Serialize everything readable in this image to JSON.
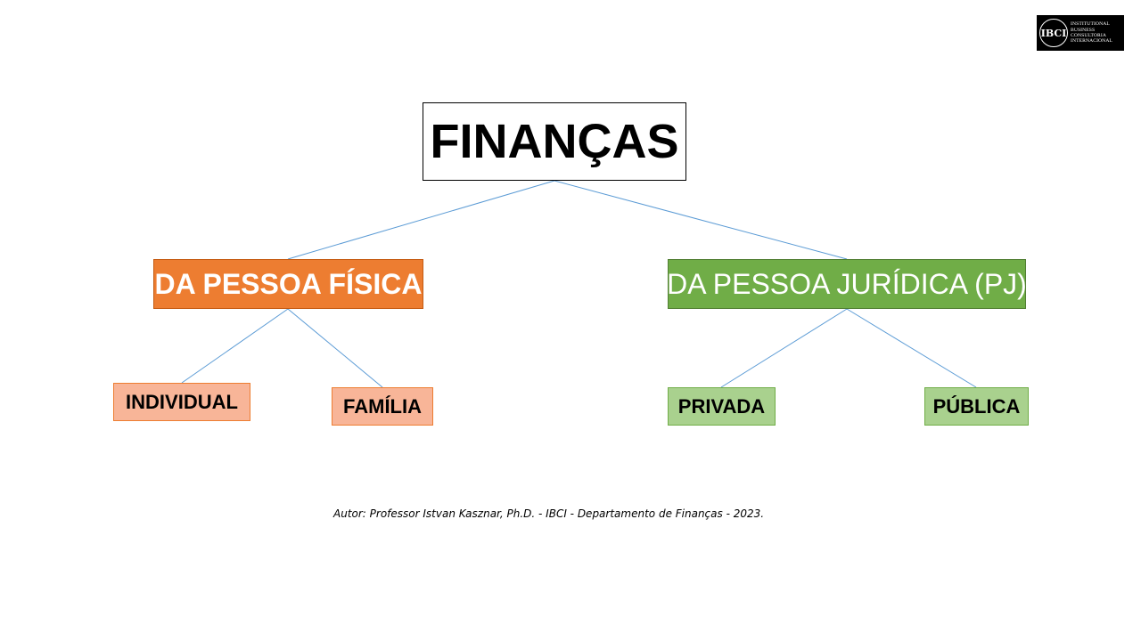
{
  "logo": {
    "mark": "IBCI",
    "lines": [
      "INSTITUTIONAL",
      "BUSINESS",
      "CONSULTORIA",
      "INTERNACIONAL"
    ]
  },
  "diagram": {
    "root": "FINANÇAS",
    "branches": [
      {
        "label": "DA PESSOA FÍSICA",
        "color": "#ed7d31",
        "children": [
          "INDIVIDUAL",
          "FAMÍLIA"
        ]
      },
      {
        "label": "DA PESSOA JURÍDICA (PJ)",
        "color": "#70ad47",
        "children": [
          "PRIVADA",
          "PÚBLICA"
        ]
      }
    ],
    "connector_color": "#5b9bd5"
  },
  "footer": {
    "author": "Autor: Professor Istvan Kasznar, Ph.D. - IBCI - Departamento de Finanças - 2023."
  }
}
